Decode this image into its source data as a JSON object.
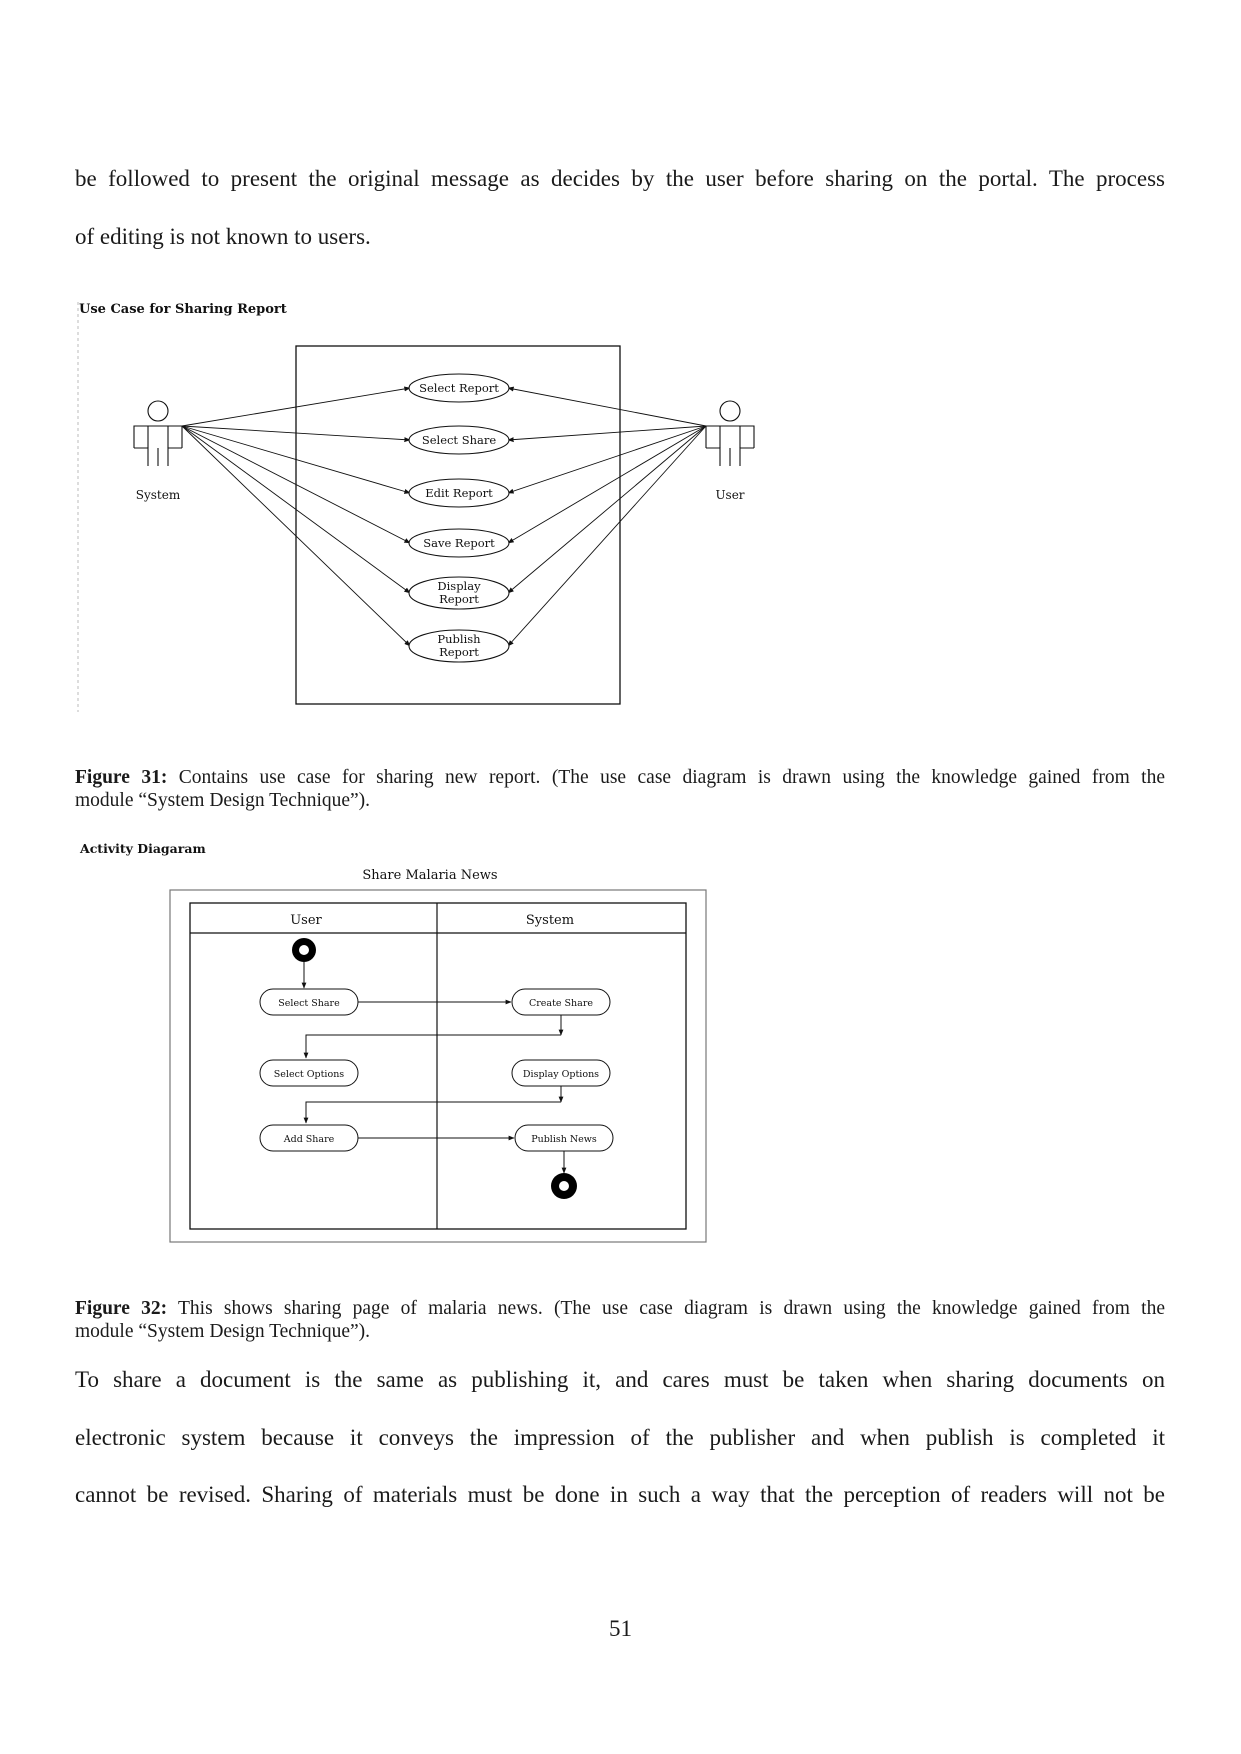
{
  "intro": {
    "line1": "be followed to present the original message as decides by the user before sharing on the portal. The process",
    "line2": "of editing is not known to users."
  },
  "use_case_diagram": {
    "title": "Use Case for Sharing Report",
    "actor_left": "System",
    "actor_right": "User",
    "use_cases": [
      {
        "line1": "Select Report",
        "line2": ""
      },
      {
        "line1": "Select Share",
        "line2": ""
      },
      {
        "line1": "Edit Report",
        "line2": ""
      },
      {
        "line1": "Save Report",
        "line2": ""
      },
      {
        "line1": "Display",
        "line2": "Report"
      },
      {
        "line1": "Publish",
        "line2": "Report"
      }
    ]
  },
  "figure31": {
    "label": "Figure 31:",
    "line1": "Contains use case for sharing new report. (The use case diagram is drawn using the knowledge gained from the",
    "line2": "module “System Design Technique”)."
  },
  "activity_diagram": {
    "heading": "Activity Diagaram",
    "title": "Share Malaria News",
    "lane_left": "User",
    "lane_right": "System",
    "nodes": {
      "select_share": "Select Share",
      "create_share": "Create Share",
      "select_options": "Select Options",
      "display_options": "Display Options",
      "add_share": "Add Share",
      "publish_news": "Publish News"
    }
  },
  "figure32": {
    "label": "Figure 32:",
    "line1": "This shows sharing page of malaria news. (The use case diagram is drawn using the knowledge gained from the",
    "line2": "module “System Design Technique”)."
  },
  "closing": {
    "line1": "To share a document is the same as publishing it, and cares must be taken when sharing documents on",
    "line2": "electronic system because it conveys the impression of the publisher and when publish is completed it",
    "line3": "cannot be revised. Sharing of materials must be done in such a way that the perception of readers will not be"
  },
  "page_number": "51"
}
